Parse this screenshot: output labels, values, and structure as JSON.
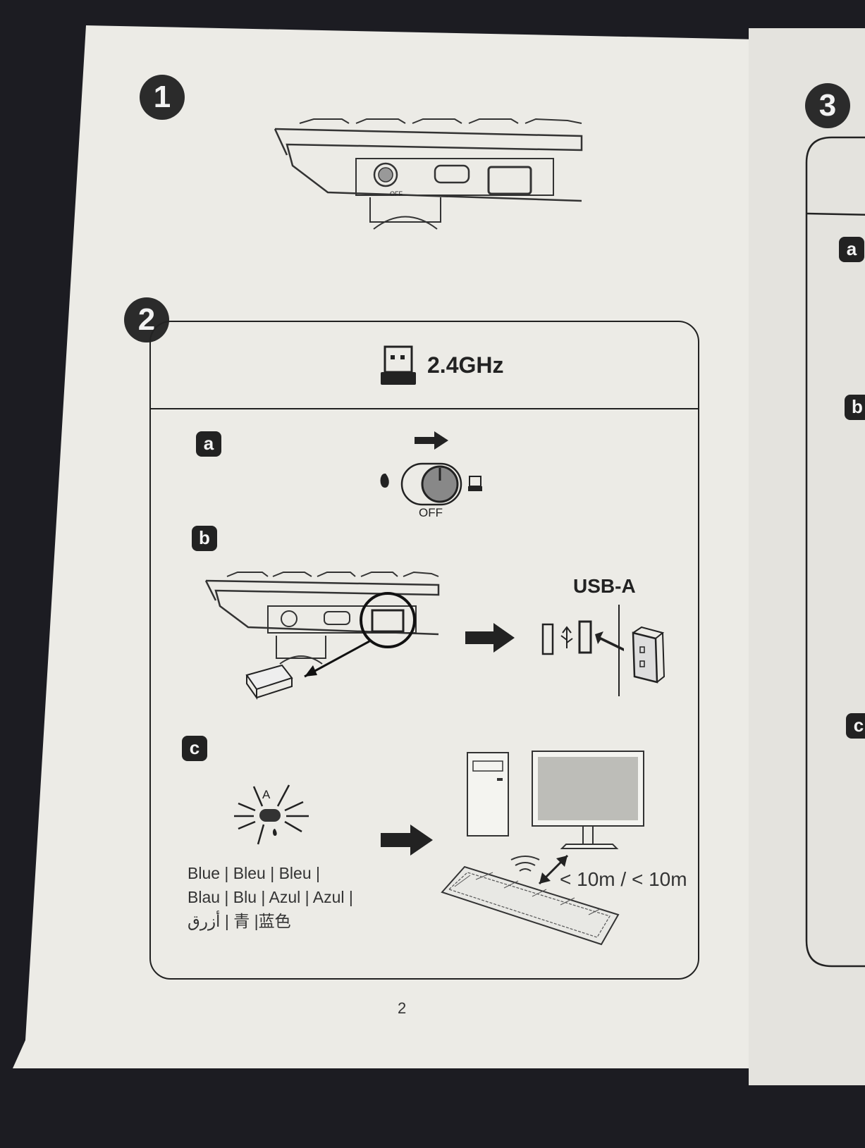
{
  "steps": {
    "one": "1",
    "two": "2",
    "three": "3"
  },
  "step2": {
    "mode_title": "2.4GHz",
    "sub_a": "a",
    "sub_b": "b",
    "sub_c": "c",
    "switch_off_label": "OFF",
    "usb_label": "USB-A",
    "range_label": "< 10m / < 10m",
    "color_lines": [
      "Blue | Bleu | Bleu |",
      "Blau | Blu | Azul | Azul |",
      "أزرق | 青 |蓝色"
    ],
    "led_letter": "A"
  },
  "step1": {
    "switch_off_label": "OFF"
  },
  "right_page": {
    "sub_a": "a",
    "sub_b": "b",
    "sub_c": "c"
  },
  "page_number": "2"
}
